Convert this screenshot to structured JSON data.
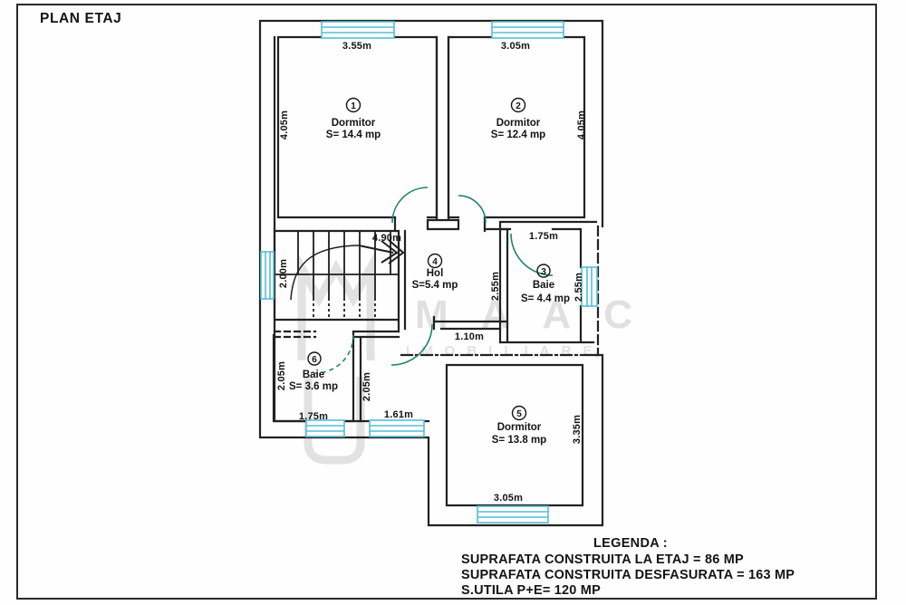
{
  "page": {
    "title": "PLAN ETAJ"
  },
  "rooms": [
    {
      "number": "1",
      "name": "Dormitor",
      "area": "S= 14.4 mp"
    },
    {
      "number": "2",
      "name": "Dormitor",
      "area": "S= 12.4 mp"
    },
    {
      "number": "3",
      "name": "Baie",
      "area": "S= 4.4 mp"
    },
    {
      "number": "4",
      "name": "Hol",
      "area": "S=5.4 mp"
    },
    {
      "number": "5",
      "name": "Dormitor",
      "area": "S= 13.8 mp"
    },
    {
      "number": "6",
      "name": "Baie",
      "area": "S= 3.6 mp"
    }
  ],
  "dims": {
    "d1_width": "3.55m",
    "d2_width": "3.05m",
    "d1_height": "4.05m",
    "d2_height": "4.05m",
    "stairs_length": "4.90m",
    "stairs_width": "2.00m",
    "baie3_width": "1.75m",
    "baie3_height_left": "2.55m",
    "baie3_height_right": "2.55m",
    "corridor_width": "1.10m",
    "baie6_height": "2.05m",
    "mid_height": "2.05m",
    "baie6_width": "1.75m",
    "hall_width": "1.61m",
    "d5_height": "3.35m",
    "d5_width": "3.05m"
  },
  "legend": {
    "heading": "LEGENDA :",
    "lines": [
      "SUPRAFATA CONSTRUITA LA ETAJ = 86 MP",
      "SUPRAFATA CONSTRUITA DESFASURATA = 163 MP",
      "S.UTILA P+E= 120 MP"
    ]
  },
  "watermark": {
    "line1": "MAAC",
    "line2": "IMOBILIARE"
  },
  "colors": {
    "wall": "#222222",
    "window": "#55bdd6",
    "door": "#1e8468",
    "watermark": "#c9c9c9"
  }
}
